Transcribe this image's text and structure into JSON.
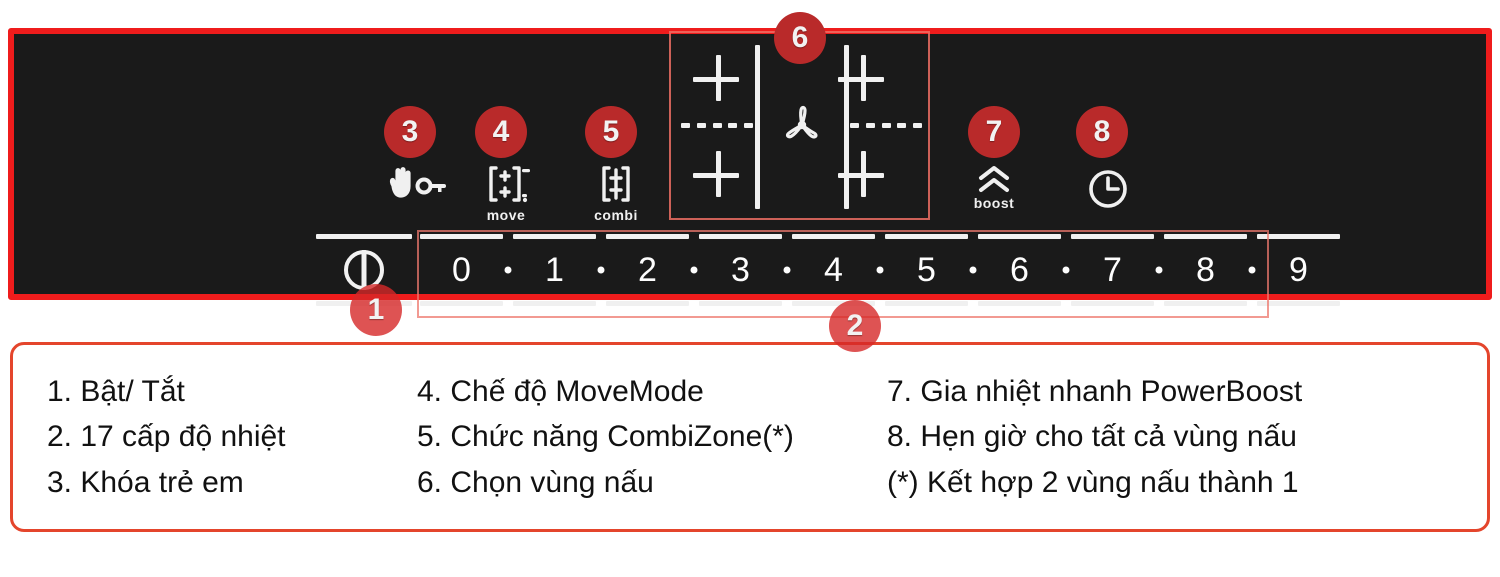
{
  "panel": {
    "background_color": "#1a1a1a",
    "frame_color": "#ef1c1c"
  },
  "badges": {
    "b1": "1",
    "b2": "2",
    "b3": "3",
    "b4": "4",
    "b5": "5",
    "b6": "6",
    "b7": "7",
    "b8": "8"
  },
  "touch_keys": {
    "child_lock": {
      "icon": "hand-key-icon",
      "caption": ""
    },
    "move": {
      "icon": "move-brackets-icon",
      "caption": "move"
    },
    "combi": {
      "icon": "combi-brackets-icon",
      "caption": "combi"
    },
    "boost": {
      "icon": "double-chevron-up-icon",
      "caption": "boost"
    },
    "timer": {
      "icon": "clock-icon",
      "caption": ""
    },
    "power": {
      "icon": "power-icon",
      "caption": ""
    },
    "zone_selector": {
      "icon": "fan-icon",
      "caption": ""
    }
  },
  "slider": {
    "levels": [
      "0",
      "1",
      "2",
      "3",
      "4",
      "5",
      "6",
      "7",
      "8",
      "9"
    ],
    "separator": "·"
  },
  "legend": {
    "column_1": [
      "1. Bật/ Tắt",
      "2. 17 cấp độ nhiệt",
      "3. Khóa trẻ em"
    ],
    "column_2": [
      "4. Chế độ MoveMode",
      "5. Chức năng CombiZone(*)",
      "6. Chọn vùng nấu"
    ],
    "column_3": [
      "7. Gia nhiệt nhanh PowerBoost",
      "8. Hẹn giờ cho tất cả vùng nấu",
      "(*) Kết hợp 2 vùng nấu thành 1"
    ]
  },
  "colors": {
    "frame_red": "#ef1c1c",
    "badge_red": "#b92a2a",
    "legend_border": "#e4452c",
    "panel_black": "#1a1a1a",
    "icon_white": "#f0f0f0"
  }
}
